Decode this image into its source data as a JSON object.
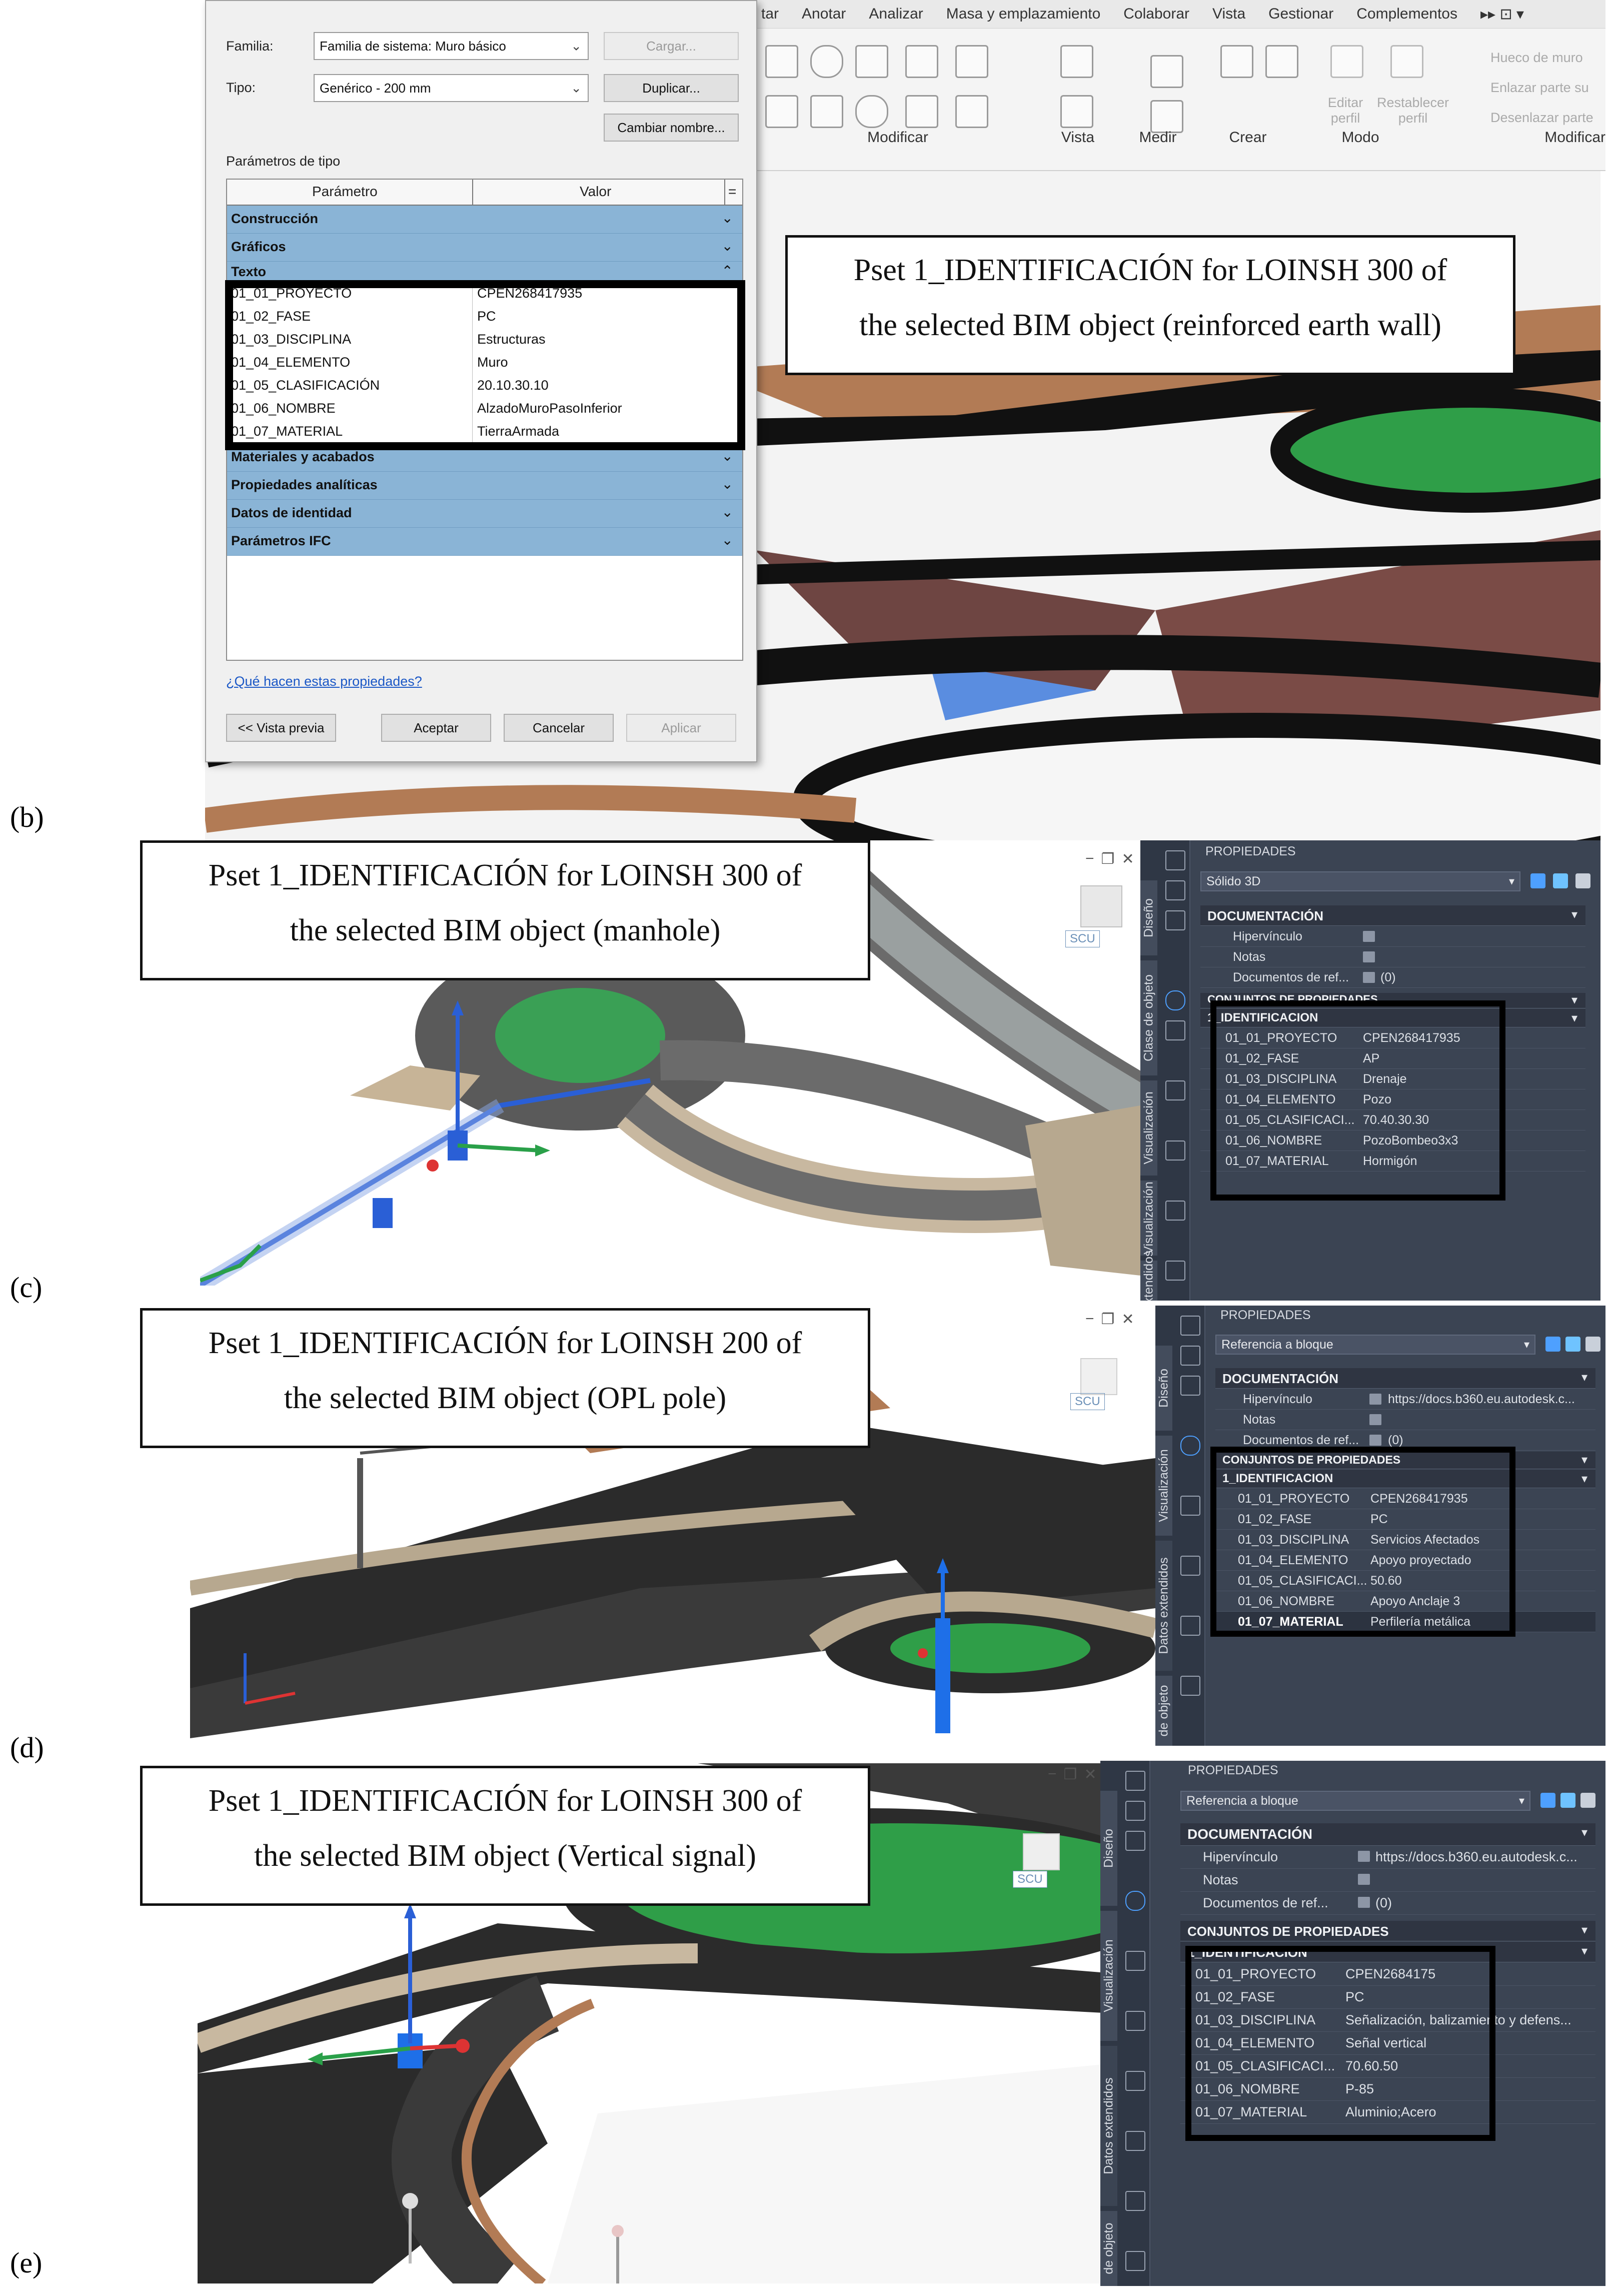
{
  "panel_b": {
    "label": "(b)",
    "callout_lines": [
      "Pset 1_IDENTIFICACIÓN for LOINSH 300 of",
      "the selected BIM object (reinforced earth wall)"
    ],
    "ribbon": {
      "tabs": [
        "tar",
        "Anotar",
        "Analizar",
        "Masa y emplazamiento",
        "Colaborar",
        "Vista",
        "Gestionar",
        "Complementos",
        "▸▸ ⊡ ▾"
      ],
      "groups": [
        "Modificar",
        "Vista",
        "Medir",
        "Crear",
        "Modo",
        "Modificar"
      ],
      "mode_icons": [
        "Editar perfil",
        "Restablecer perfil"
      ],
      "right_items": [
        "Hueco de muro",
        "Enlazar parte su",
        "Desenlazar parte"
      ]
    },
    "dialog": {
      "familia_label": "Familia:",
      "familia_value": "Familia de sistema: Muro básico",
      "tipo_label": "Tipo:",
      "tipo_value": "Genérico - 200 mm",
      "cargar": "Cargar...",
      "duplicar": "Duplicar...",
      "cambiar_nombre": "Cambiar nombre...",
      "parametros_title": "Parámetros de tipo",
      "col_parametro": "Parámetro",
      "col_valor": "Valor",
      "col_eq": "=",
      "groups_top": [
        {
          "name": "Construcción",
          "state": "collapsed"
        },
        {
          "name": "Gráficos",
          "state": "collapsed"
        },
        {
          "name": "Texto",
          "state": "expanded"
        }
      ],
      "rows": [
        {
          "param": "01_01_PROYECTO",
          "value": "CPEN268417935"
        },
        {
          "param": "01_02_FASE",
          "value": "PC"
        },
        {
          "param": "01_03_DISCIPLINA",
          "value": "Estructuras"
        },
        {
          "param": "01_04_ELEMENTO",
          "value": "Muro"
        },
        {
          "param": "01_05_CLASIFICACIÓN",
          "value": "20.10.30.10"
        },
        {
          "param": "01_06_NOMBRE",
          "value": "AlzadoMuroPasoInferior"
        },
        {
          "param": "01_07_MATERIAL",
          "value": "TierraArmada"
        }
      ],
      "groups_bottom": [
        {
          "name": "Materiales y acabados",
          "state": "collapsed"
        },
        {
          "name": "Propiedades analíticas",
          "state": "collapsed"
        },
        {
          "name": "Datos de identidad",
          "state": "collapsed"
        },
        {
          "name": "Parámetros IFC",
          "state": "collapsed"
        }
      ],
      "link": "¿Qué hacen estas propiedades?",
      "vista_previa": "<< Vista previa",
      "aceptar": "Aceptar",
      "cancelar": "Cancelar",
      "aplicar": "Aplicar"
    }
  },
  "panel_c": {
    "label": "(c)",
    "callout_lines": [
      "Pset 1_IDENTIFICACIÓN for LOINSH 300 of",
      "the selected BIM object (manhole)"
    ],
    "viewcube": "SCU",
    "palette": {
      "title": "PROPIEDADES",
      "dropdown": "Sólido 3D",
      "side_tabs": [
        "Diseño",
        "Clase de objeto",
        "Visualización",
        "Visualización",
        "extendidos"
      ],
      "doc_section": "DOCUMENTACIÓN",
      "doc_rows": [
        {
          "label": "Hipervínculo",
          "value": ""
        },
        {
          "label": "Notas",
          "value": ""
        },
        {
          "label": "Documentos de ref...",
          "value": "(0)"
        }
      ],
      "conj_section": "CONJUNTOS DE PROPIEDADES",
      "ident_section": "1_IDENTIFICACION",
      "rows": [
        {
          "param": "01_01_PROYECTO",
          "value": "CPEN268417935"
        },
        {
          "param": "01_02_FASE",
          "value": "AP"
        },
        {
          "param": "01_03_DISCIPLINA",
          "value": "Drenaje"
        },
        {
          "param": "01_04_ELEMENTO",
          "value": "Pozo"
        },
        {
          "param": "01_05_CLASIFICACI...",
          "value": "70.40.30.30"
        },
        {
          "param": "01_06_NOMBRE",
          "value": "PozoBombeo3x3"
        },
        {
          "param": "01_07_MATERIAL",
          "value": "Hormigón"
        }
      ]
    }
  },
  "panel_d": {
    "label": "(d)",
    "callout_lines": [
      "Pset 1_IDENTIFICACIÓN for LOINSH 200 of",
      "the selected BIM object (OPL pole)"
    ],
    "viewcube": "SCU",
    "palette": {
      "title": "PROPIEDADES",
      "dropdown": "Referencia a bloque",
      "side_tabs": [
        "Diseño",
        "Visualización",
        "Datos extendidos",
        "de objeto"
      ],
      "doc_section": "DOCUMENTACIÓN",
      "doc_rows": [
        {
          "label": "Hipervínculo",
          "value": "https://docs.b360.eu.autodesk.c..."
        },
        {
          "label": "Notas",
          "value": ""
        },
        {
          "label": "Documentos de ref...",
          "value": "(0)"
        }
      ],
      "conj_section": "CONJUNTOS DE PROPIEDADES",
      "ident_section": "1_IDENTIFICACION",
      "rows": [
        {
          "param": "01_01_PROYECTO",
          "value": "CPEN268417935"
        },
        {
          "param": "01_02_FASE",
          "value": "PC"
        },
        {
          "param": "01_03_DISCIPLINA",
          "value": "Servicios Afectados"
        },
        {
          "param": "01_04_ELEMENTO",
          "value": "Apoyo proyectado"
        },
        {
          "param": "01_05_CLASIFICACI...",
          "value": "50.60"
        },
        {
          "param": "01_06_NOMBRE",
          "value": "Apoyo Anclaje 3"
        },
        {
          "param": "01_07_MATERIAL",
          "value": "Perfilería metálica"
        }
      ]
    }
  },
  "panel_e": {
    "label": "(e)",
    "callout_lines": [
      "Pset 1_IDENTIFICACIÓN for LOINSH 300 of",
      "the selected BIM object (Vertical signal)"
    ],
    "viewcube": "SCU",
    "palette": {
      "title": "PROPIEDADES",
      "dropdown": "Referencia a bloque",
      "side_tabs": [
        "Diseño",
        "Visualización",
        "Datos extendidos",
        "de objeto"
      ],
      "doc_section": "DOCUMENTACIÓN",
      "doc_rows": [
        {
          "label": "Hipervínculo",
          "value": "https://docs.b360.eu.autodesk.c..."
        },
        {
          "label": "Notas",
          "value": ""
        },
        {
          "label": "Documentos de ref...",
          "value": "(0)"
        }
      ],
      "conj_section": "CONJUNTOS DE PROPIEDADES",
      "ident_section": "1_IDENTIFICACION",
      "rows": [
        {
          "param": "01_01_PROYECTO",
          "value": "CPEN2684175"
        },
        {
          "param": "01_02_FASE",
          "value": "PC"
        },
        {
          "param": "01_03_DISCIPLINA",
          "value": "Señalización, balizamiento y defens..."
        },
        {
          "param": "01_04_ELEMENTO",
          "value": "Señal vertical"
        },
        {
          "param": "01_05_CLASIFICACI...",
          "value": "70.60.50"
        },
        {
          "param": "01_06_NOMBRE",
          "value": "P-85"
        },
        {
          "param": "01_07_MATERIAL",
          "value": "Aluminio;Acero"
        }
      ]
    }
  },
  "colors": {
    "revit_group_blue": "#8ab4d6",
    "palette_bg": "#3b4453",
    "terrain_brown": "#b27b55",
    "roundabout_green": "#2f9e48",
    "road_dark": "#2b2b2b",
    "manhole_blue": "#2a5fd6"
  }
}
